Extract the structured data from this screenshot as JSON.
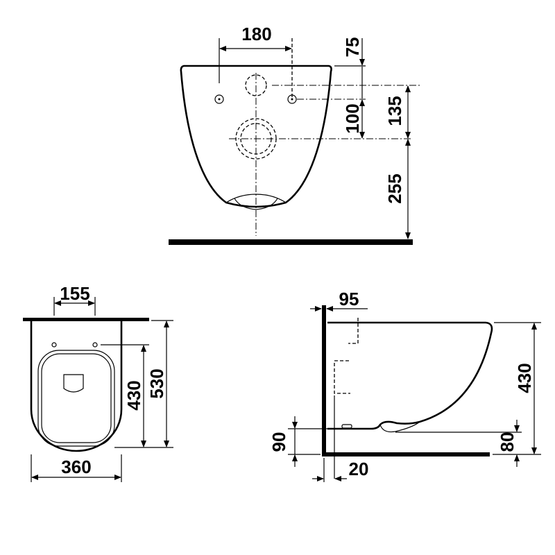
{
  "front_view": {
    "width_holes": "180",
    "top_to_hole": "75",
    "hole_to_outlet": "100",
    "inlet_to_outlet": "135",
    "outlet_to_floor": "255"
  },
  "top_view": {
    "hole_spacing": "155",
    "width": "360",
    "seat_length": "430",
    "length": "530"
  },
  "side_view": {
    "wall_offset": "95",
    "height": "430",
    "bottom_height": "90",
    "outlet_height": "80",
    "gap": "20"
  }
}
